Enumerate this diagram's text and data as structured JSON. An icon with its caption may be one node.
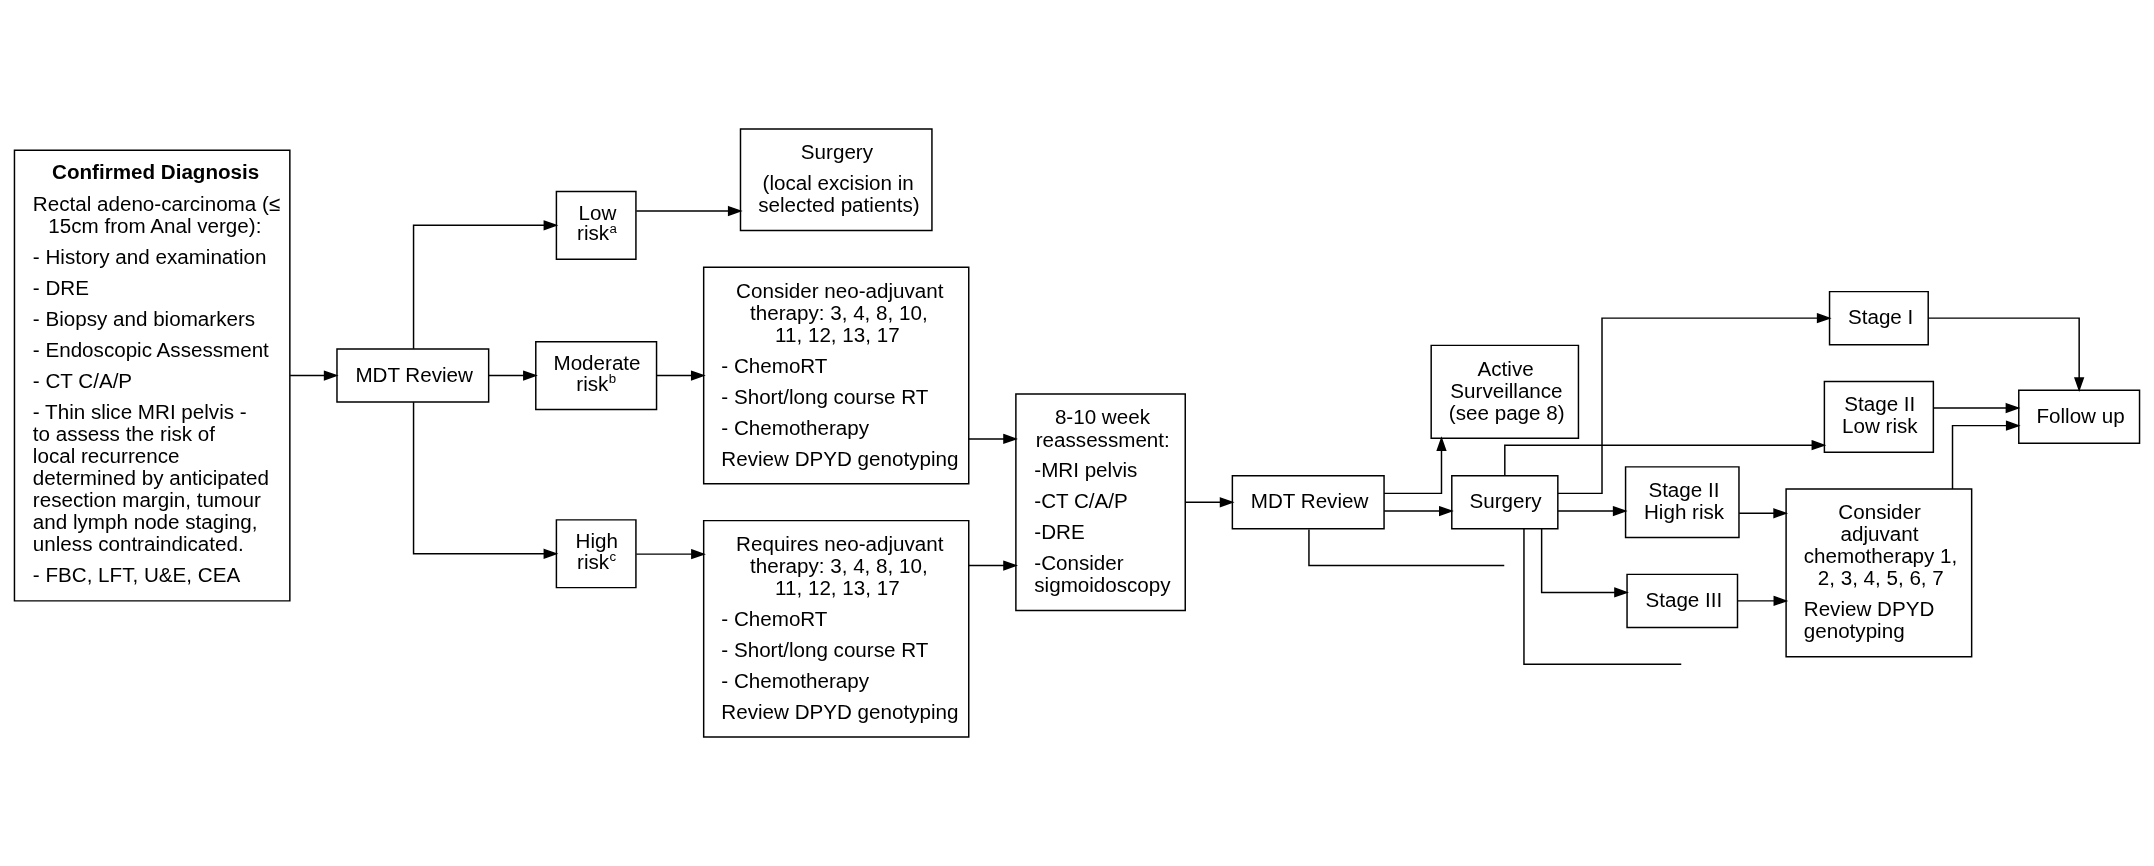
{
  "diagram": {
    "nodes": [
      {
        "text": [
          "Confirmed Diagnosis",
          "Rectal adeno-carcinoma (≤ 15cm from Anal verge):",
          "- History and examination",
          "- DRE",
          "- Biopsy and biomarkers",
          "- Endoscopic Assessment",
          "- CT C/A/P",
          "- Thin slice MRI pelvis - to assess the risk of local recurrence determined by anticipated resection margin, tumour and lymph node staging, unless contraindicated.",
          "- FBC, LFT, U&E, CEA"
        ]
      },
      {
        "text": [
          "MDT Review"
        ]
      },
      {
        "text": [
          "Low risk$^{a}$"
        ]
      },
      {
        "text": [
          "Moderate risk$^{b}$"
        ]
      },
      {
        "text": [
          "High risk$^{c}$"
        ]
      },
      {
        "text": [
          "Surgery",
          "(local excision in selected patients)"
        ]
      },
      {
        "text": [
          "Consider neo-adjuvant therapy: 3, 4, 8, 10, 11, 12, 13, 17",
          "- ChemoRT",
          "- Short/long course RT",
          "- Chemotherapy",
          "Review DPYD genotyping"
        ]
      },
      {
        "text": [
          "Requires neo-adjuvant therapy: 3, 4, 8, 10, 11, 12, 13, 17",
          "- ChemoRT",
          "- Short/long course RT",
          "- Chemotherapy",
          "Review DPYD genotyping"
        ]
      },
      {
        "text": [
          "8-10 week reassessment:",
          "-MRI pelvis",
          "-CT C/A/P",
          "-DRE",
          "-Consider sigmoidoscopy"
        ]
      },
      {
        "text": [
          "MDT Review"
        ]
      },
      {
        "text": [
          "Active Surveillance (see page 8)"
        ]
      },
      {
        "text": [
          "Surgery"
        ]
      },
      {
        "text": [
          "Stage I"
        ]
      },
      {
        "text": [
          "Stage II Low risk"
        ]
      },
      {
        "text": [
          "Stage II High risk"
        ]
      },
      {
        "text": [
          "Stage III"
        ]
      },
      {
        "text": [
          "Consider adjuvant chemotherapy 1, 2, 3, 4, 5, 6, 7",
          "Review DPYD genotyping"
        ]
      },
      {
        "text": [
          "Follow up"
        ]
      }
    ],
    "edges": [
      {
        "from": 0,
        "to": 1,
        "arrow": "to"
      },
      {
        "from": 1,
        "to": 2,
        "arrow": "to"
      },
      {
        "from": 1,
        "to": 3,
        "arrow": "to"
      },
      {
        "from": 1,
        "to": 4,
        "arrow": "to"
      },
      {
        "from": 2,
        "to": 5,
        "arrow": "to"
      },
      {
        "from": 3,
        "to": 6,
        "arrow": "to"
      },
      {
        "from": 4,
        "to": 7,
        "arrow": "to"
      },
      {
        "from": 6,
        "to": 8,
        "arrow": "to"
      },
      {
        "from": 7,
        "to": 8,
        "arrow": "to"
      },
      {
        "from": 8,
        "to": 9,
        "arrow": "to"
      },
      {
        "from": 9,
        "to": 10,
        "arrow": "to"
      },
      {
        "from": 9,
        "to": 11,
        "arrow": "to"
      },
      {
        "from": 9,
        "to": null,
        "arrow": "none"
      },
      {
        "from": 11,
        "to": 12,
        "arrow": "to"
      },
      {
        "from": 11,
        "to": 13,
        "arrow": "to"
      },
      {
        "from": 11,
        "to": 14,
        "arrow": "to"
      },
      {
        "from": 11,
        "to": 15,
        "arrow": "to"
      },
      {
        "from": 11,
        "to": null,
        "arrow": "none"
      },
      {
        "from": 14,
        "to": 16,
        "arrow": "to"
      },
      {
        "from": 15,
        "to": 16,
        "arrow": "to"
      },
      {
        "from": 12,
        "to": 17,
        "arrow": "to"
      },
      {
        "from": 13,
        "to": 17,
        "arrow": "to"
      },
      {
        "from": 16,
        "to": 17,
        "arrow": "to"
      }
    ]
  }
}
